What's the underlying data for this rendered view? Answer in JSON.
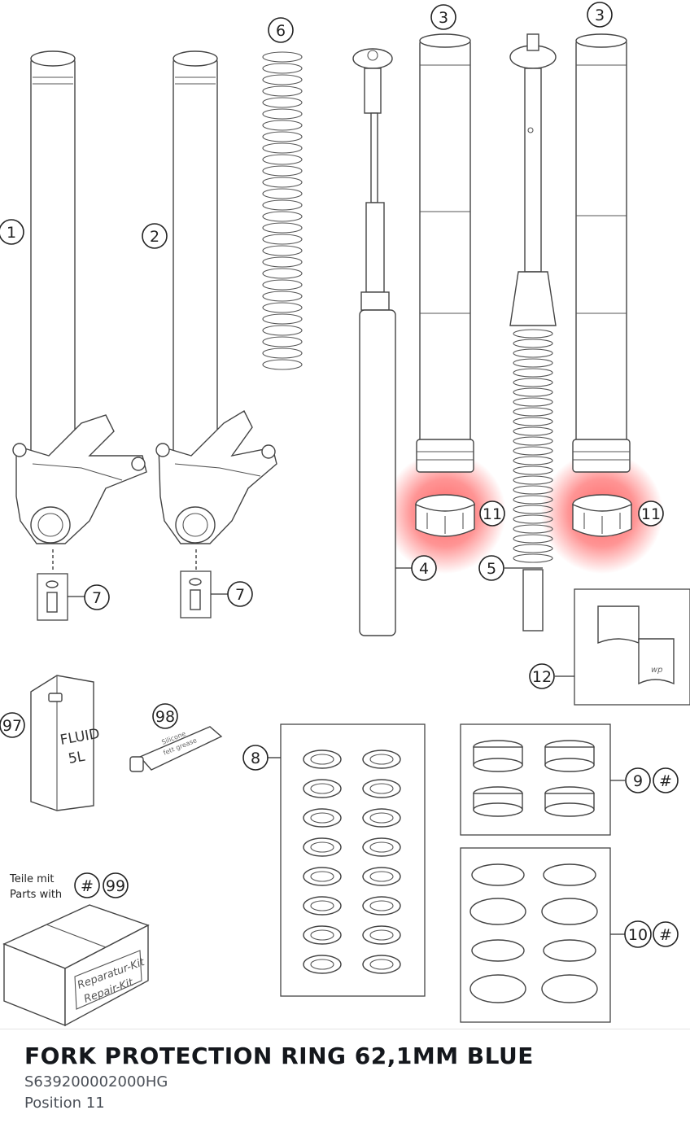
{
  "diagram": {
    "callouts": {
      "c1": "1",
      "c2": "2",
      "c3a": "3",
      "c3b": "3",
      "c4": "4",
      "c5": "5",
      "c6": "6",
      "c7a": "7",
      "c7b": "7",
      "c8": "8",
      "c9": "9",
      "c9h": "#",
      "c10": "10",
      "c10h": "#",
      "c11a": "11",
      "c11b": "11",
      "c12": "12",
      "c97": "97",
      "c98": "98",
      "c99": "99",
      "c99h": "#"
    },
    "can_label_line1": "FLUID",
    "can_label_line2": "5L",
    "tube_label_line1": "Silicone",
    "tube_label_line2": "fett grease",
    "kit_note_line1": "Teile mit",
    "kit_note_line2": "Parts with",
    "kit_box_line1": "Reparatur-Kit",
    "kit_box_line2": "Repair-Kit",
    "highlight_color": "#ff4d4d"
  },
  "product": {
    "title": "FORK PROTECTION RING 62,1MM BLUE",
    "sku": "S639200002000HG",
    "position": "Position 11"
  }
}
